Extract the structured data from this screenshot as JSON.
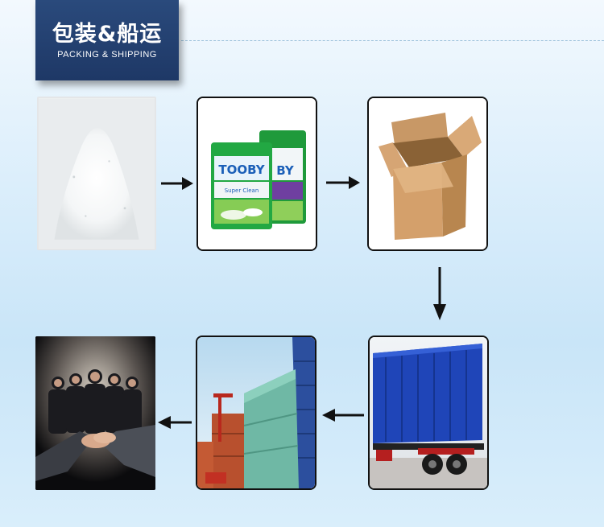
{
  "header": {
    "title_cn": "包装&船运",
    "subtitle": "PACKING & SHIPPING"
  },
  "product": {
    "brand": "TOOBY",
    "tagline": "Super Clean"
  },
  "steps": [
    {
      "icon": "powder-image"
    },
    {
      "icon": "detergent-bags-image"
    },
    {
      "icon": "carton-box-image"
    },
    {
      "icon": "container-truck-image"
    },
    {
      "icon": "container-yard-image"
    },
    {
      "icon": "business-handshake-image"
    }
  ],
  "colors": {
    "header_bg": "#22406f",
    "arrow": "#111111",
    "page_bg": "#d3eafa"
  }
}
